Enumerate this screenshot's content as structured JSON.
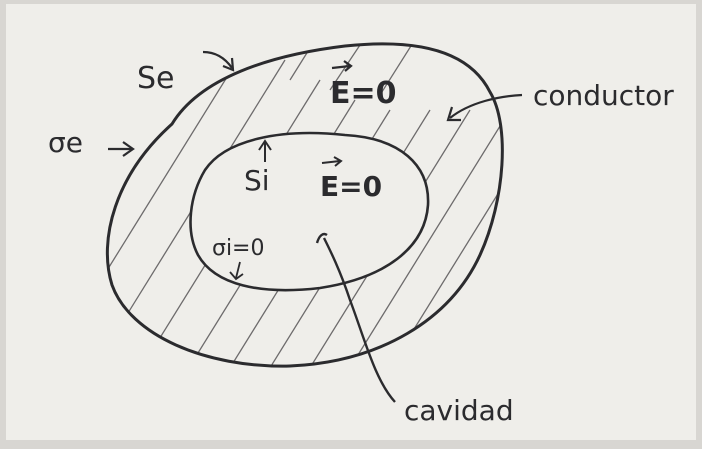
{
  "labels": {
    "outer_surface": "Se",
    "outer_charge": "σe",
    "conductor_field": "E=0",
    "conductor": "conductor",
    "inner_surface": "Si",
    "cavity_field": "E=0",
    "inner_charge": "σi=0",
    "cavity": "cavidad"
  },
  "colors": {
    "paper": "#efeeea",
    "ink": "#2b2b2e",
    "background": "#d8d6d2"
  }
}
